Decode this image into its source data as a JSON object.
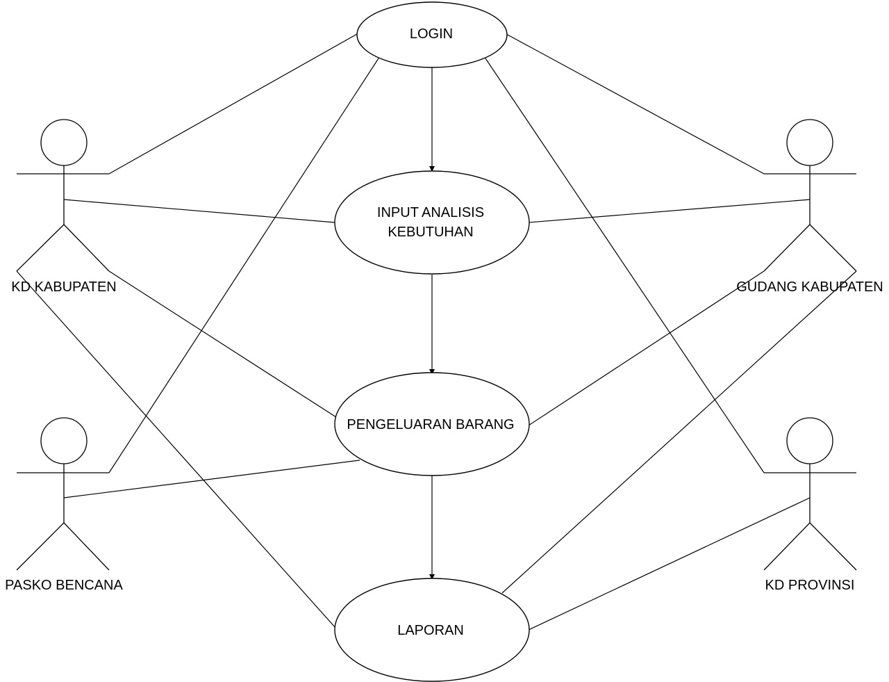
{
  "use_cases": {
    "login": {
      "line1": "LOGIN"
    },
    "input_analisis": {
      "line1": "INPUT ANALISIS",
      "line2": "KEBUTUHAN"
    },
    "pengeluaran": {
      "line1": "PENGELUARAN BARANG"
    },
    "laporan": {
      "line1": "LAPORAN"
    }
  },
  "actors": {
    "kd_kabupaten": {
      "name": "KD KABUPATEN"
    },
    "gudang_kabupaten": {
      "name": "GUDANG KABUPATEN"
    },
    "pasko_bencana": {
      "name": "PASKO BENCANA"
    },
    "kd_provinsi": {
      "name": "KD PROVINSI"
    }
  }
}
